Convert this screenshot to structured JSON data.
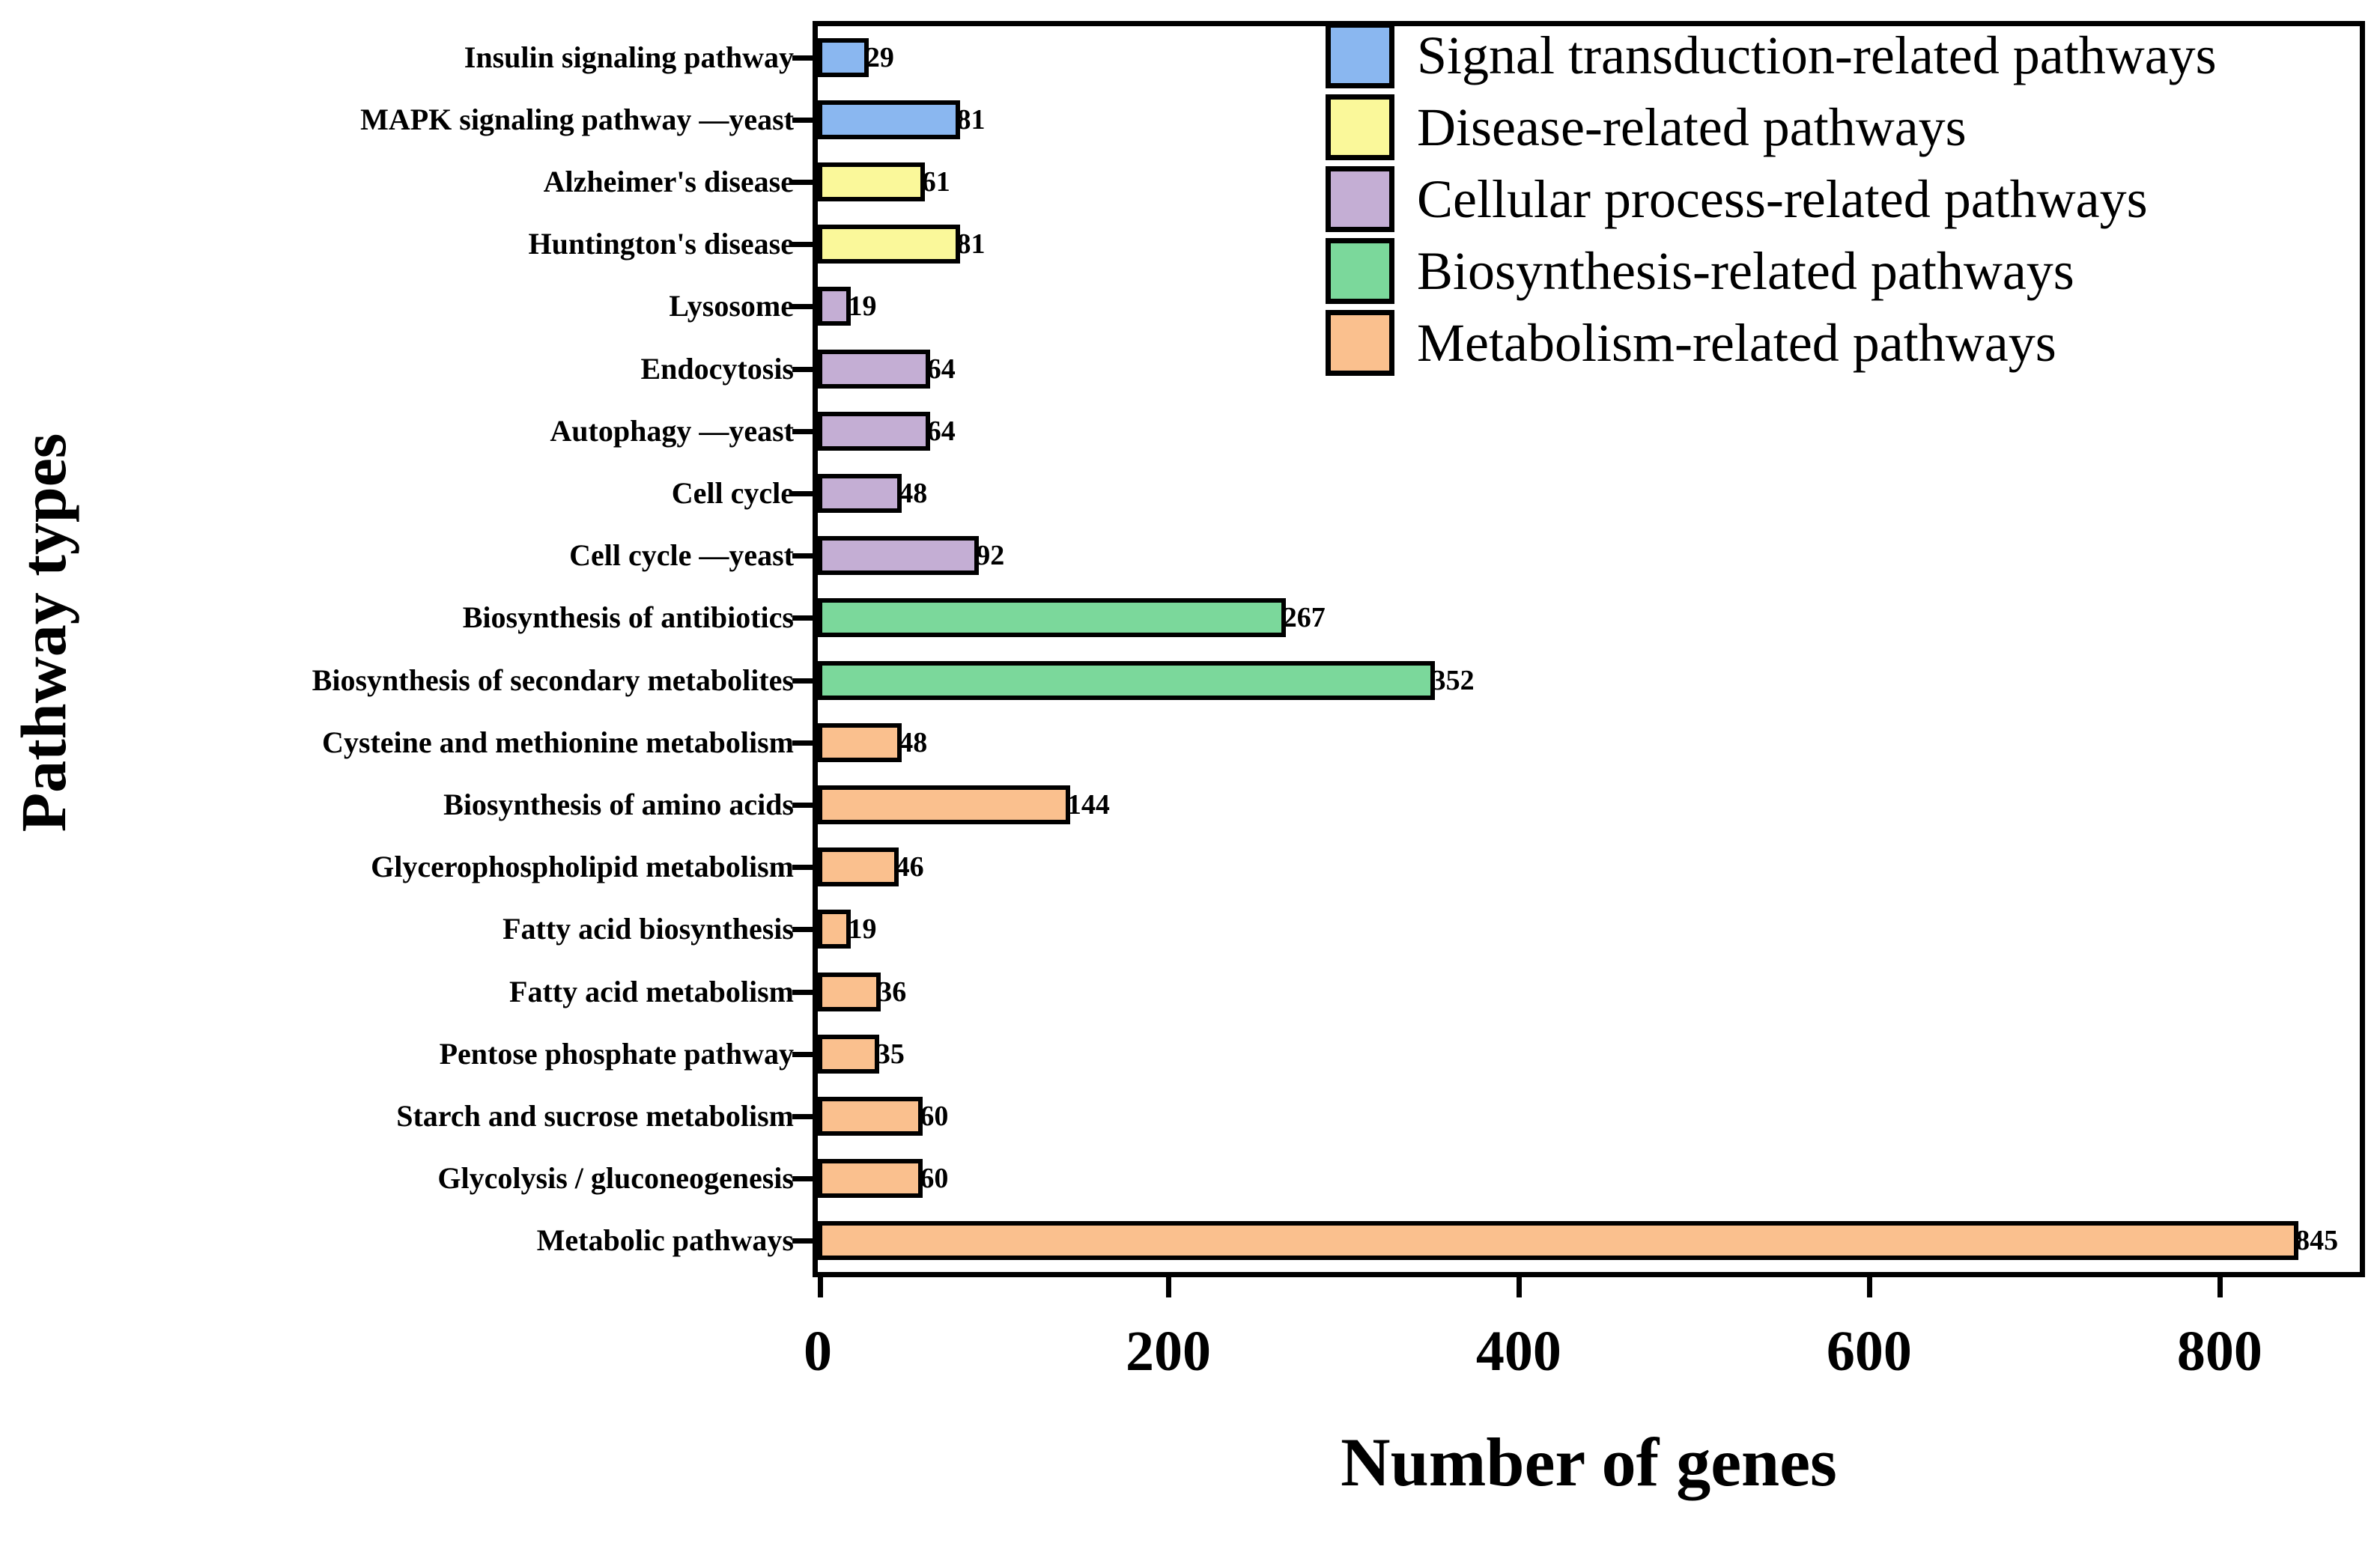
{
  "chart_data": {
    "type": "bar",
    "orientation": "horizontal",
    "title": "",
    "xlabel": "Number of genes",
    "ylabel": "Pathway types",
    "xlim": [
      0,
      880
    ],
    "xticks": [
      0,
      200,
      400,
      600,
      800
    ],
    "grid": false,
    "legend_position": "top-right",
    "categories": [
      "Insulin signaling pathway",
      "MAPK signaling pathway —yeast",
      "Alzheimer's disease",
      "Huntington's disease",
      "Lysosome",
      "Endocytosis",
      "Autophagy —yeast",
      "Cell cycle",
      "Cell cycle —yeast",
      "Biosynthesis of antibiotics",
      "Biosynthesis of secondary metabolites",
      "Cysteine and methionine metabolism",
      "Biosynthesis of amino acids",
      "Glycerophospholipid metabolism",
      "Fatty acid biosynthesis",
      "Fatty acid metabolism",
      "Pentose phosphate pathway",
      "Starch and sucrose metabolism",
      "Glycolysis / gluconeogenesis",
      "Metabolic pathways"
    ],
    "values": [
      29,
      81,
      61,
      81,
      19,
      64,
      64,
      48,
      92,
      267,
      352,
      48,
      144,
      46,
      19,
      36,
      35,
      60,
      60,
      845
    ],
    "value_labels": [
      "29",
      "81",
      "61",
      "81",
      "19",
      "64",
      "64",
      "48",
      "92",
      "267",
      "352",
      "48",
      "144",
      "46",
      "19",
      "36",
      "35",
      "60",
      "60",
      "845"
    ],
    "group_of_category": [
      0,
      0,
      1,
      1,
      2,
      2,
      2,
      2,
      2,
      3,
      3,
      4,
      4,
      4,
      4,
      4,
      4,
      4,
      4,
      4
    ],
    "groups": [
      {
        "name": "Signal transduction-related pathways",
        "color": "#8AB7F0"
      },
      {
        "name": "Disease-related pathways",
        "color": "#FAF89A"
      },
      {
        "name": "Cellular process-related pathways",
        "color": "#C4AED4"
      },
      {
        "name": "Biosynthesis-related pathways",
        "color": "#7BD89B"
      },
      {
        "name": "Metabolism-related pathways",
        "color": "#FAC08E"
      }
    ]
  },
  "legend": {
    "items": [
      {
        "label": "Signal transduction-related pathways",
        "color": "#8AB7F0"
      },
      {
        "label": "Disease-related pathways",
        "color": "#FAF89A"
      },
      {
        "label": "Cellular process-related pathways",
        "color": "#C4AED4"
      },
      {
        "label": "Biosynthesis-related pathways",
        "color": "#7BD89B"
      },
      {
        "label": "Metabolism-related pathways",
        "color": "#FAC08E"
      }
    ]
  },
  "axes": {
    "x_title": "Number of genes",
    "y_title": "Pathway types",
    "x_tick_labels": [
      "0",
      "200",
      "400",
      "600",
      "800"
    ]
  }
}
